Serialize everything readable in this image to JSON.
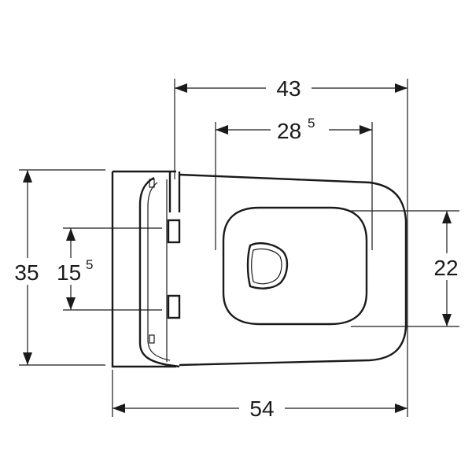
{
  "dimensions": {
    "overall_projection": {
      "value": "43"
    },
    "seat_opening_length": {
      "value": "28",
      "superscript": "5"
    },
    "overall_height": {
      "value": "35"
    },
    "fixing_height": {
      "value": "15",
      "superscript": "5"
    },
    "fixing_spacing": {
      "value": "22"
    },
    "total_length": {
      "value": "54"
    }
  }
}
